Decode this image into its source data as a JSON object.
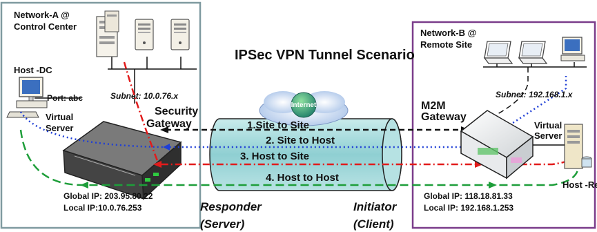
{
  "title": "IPSec VPN Tunnel Scenario",
  "network_a": {
    "title_line1": "Network-A @",
    "title_line2": "Control Center"
  },
  "network_b": {
    "title_line1": "Network-B @",
    "title_line2": "Remote Site"
  },
  "host_dc": "Host -DC",
  "port": "Port: abc",
  "virtual_server_left_line1": "Virtual",
  "virtual_server_left_line2": "Server",
  "subnet_a": "Subnet: 10.0.76.x",
  "security_gateway_line1": "Security",
  "security_gateway_line2": "Gateway",
  "internet": "Internet",
  "m2m_gateway_line1": "M2M",
  "m2m_gateway_line2": "Gateway",
  "subnet_b": "Subnet: 192.168.1.x",
  "virtual_server_right_line1": "Virtual",
  "virtual_server_right_line2": "Server",
  "host_remote": "Host -Re",
  "tunnels": [
    {
      "label": "1.Site to Site",
      "color": "#111111",
      "style": "dash"
    },
    {
      "label": "2. Site to Host",
      "color": "#1f3fd6",
      "style": "dot"
    },
    {
      "label": "3. Host to Site",
      "color": "#e21b1b",
      "style": "dashdot"
    },
    {
      "label": "4. Host to Host",
      "color": "#1e9e3a",
      "style": "longdash"
    }
  ],
  "global_ip_a": "Global IP: 203.95.80.22",
  "local_ip_a": "Local IP:10.0.76.253",
  "global_ip_b": "Global IP: 118.18.81.33",
  "local_ip_b": "Local IP: 192.168.1.253",
  "responder_line1": "Responder",
  "responder_line2": "(Server)",
  "initiator_line1": "Initiator",
  "initiator_line2": "(Client)",
  "colors": {
    "network_a_border": "#7f9aa0",
    "network_b_border": "#7a3c8a",
    "tunnel_fill": "#9fd6d8"
  }
}
